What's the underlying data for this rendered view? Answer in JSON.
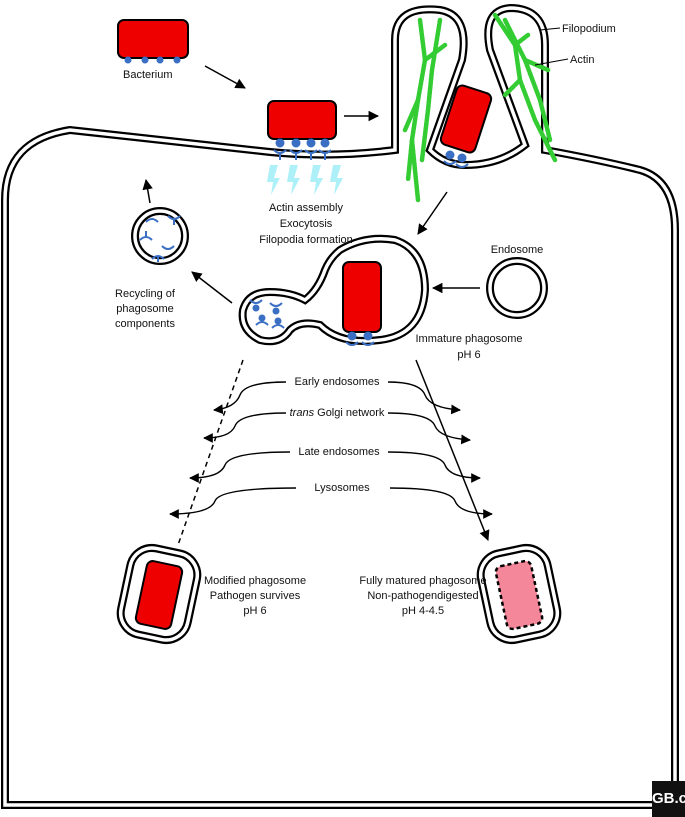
{
  "colors": {
    "bacterium": "#ee0000",
    "digested_bacterium": "#f4879a",
    "actin": "#33cc33",
    "receptor": "#3a6fc4",
    "flash": "#aef0f8",
    "outline": "#000000"
  },
  "labels": {
    "bacterium": "Bacterium",
    "filopodium": "Filopodium",
    "actin": "Actin",
    "actin_assembly": "Actin assembly",
    "exocytosis": "Exocytosis",
    "filopodia_formation": "Filopodia formation",
    "endosome": "Endosome",
    "recycling": [
      "Recycling of",
      "phagosome",
      "components"
    ],
    "immature_phagosome": "Immature phagosome",
    "immature_ph": "pH 6",
    "early_endosomes": "Early endosomes",
    "trans_golgi_italic": "trans",
    "trans_golgi_rest": " Golgi network",
    "late_endosomes": "Late endosomes",
    "lysosomes": "Lysosomes",
    "modified_phagosome": "Modified phagosome",
    "pathogen_survives": "Pathogen survives",
    "modified_ph": "pH 6",
    "fully_matured": "Fully matured phagosome",
    "non_pathogen": "Non-pathogendigested",
    "mature_ph": "pH 4-4.5"
  },
  "logo": "GB.c"
}
